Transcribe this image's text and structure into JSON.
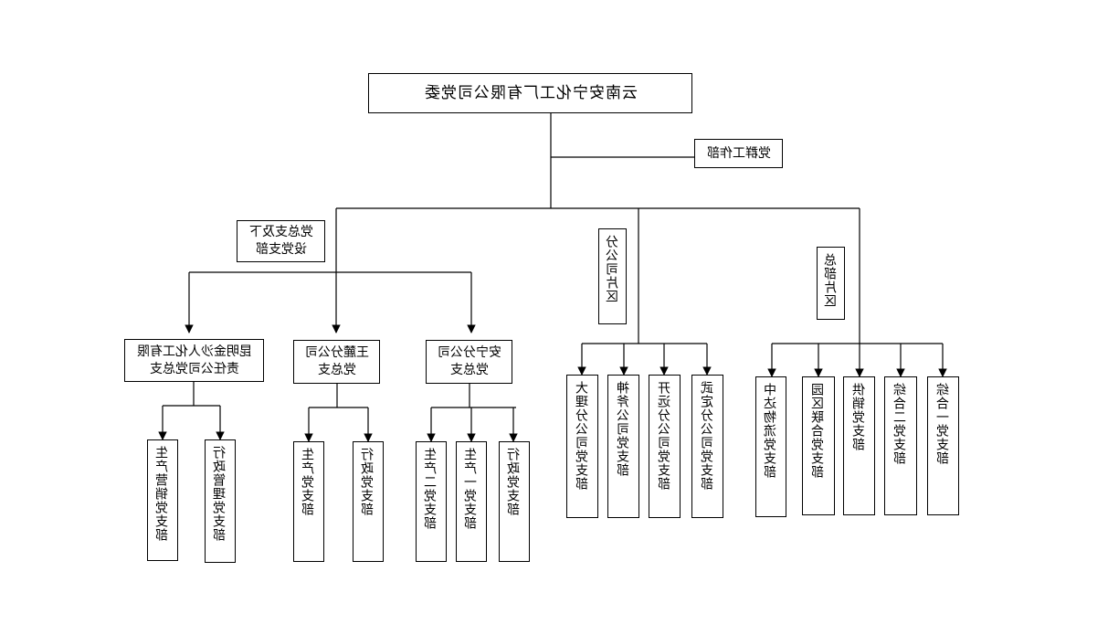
{
  "root": "云南安宁化工厂有限公司党委",
  "side_office": "党群工作部",
  "group_labels": {
    "general_branch": "党总支及下\n设党支部",
    "branch_company": "分公司片区",
    "headquarters": "总部片区"
  },
  "general_branches": {
    "kunming": "昆明金沙人化工有限\n责任公司党总支",
    "wanglu": "王麓分公司\n党总支",
    "anning": "安宁分公司\n党总支"
  },
  "kunming_children": [
    "生产营销党支部",
    "行政管理党支部"
  ],
  "wanglu_children": [
    "生产党支部",
    "行政党支部"
  ],
  "anning_children": [
    "生产二党支部",
    "生产一党支部",
    "行政党支部"
  ],
  "branch_company_children": [
    "大理分公司党支部",
    "神斧公司党支部",
    "开远分公司党支部",
    "武定分公司党支部"
  ],
  "headquarters_children": [
    "中达物流党支部",
    "园区联合党支部",
    "供销党支部",
    "综合二党支部",
    "综合一党支部"
  ]
}
